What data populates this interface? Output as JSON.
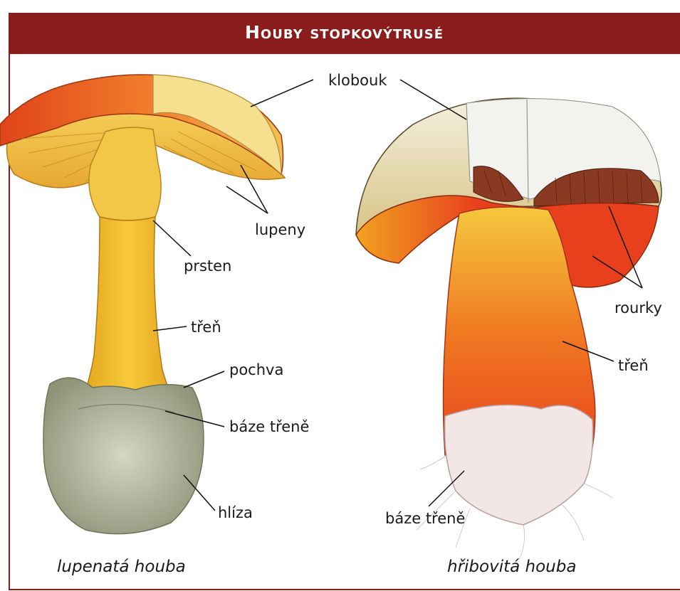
{
  "header": {
    "title": "Houby stopkovýtrusé"
  },
  "left_mushroom": {
    "caption": "lupenatá houba",
    "labels": {
      "lupeny": "lupeny",
      "prsten": "prsten",
      "tren": "třeň",
      "pochva": "pochva",
      "baze": "báze třeně",
      "hliza": "hlíza"
    }
  },
  "right_mushroom": {
    "caption": "hřibovitá houba",
    "labels": {
      "klobouk": "klobouk",
      "rourky": "rourky",
      "tren": "třeň",
      "baze": "báze třeně"
    }
  },
  "colors": {
    "header": "#8b1c1c",
    "cap_orange": "#e8541e",
    "gill_yellow": "#f5c842",
    "volva_grey": "#b9b9a6"
  }
}
